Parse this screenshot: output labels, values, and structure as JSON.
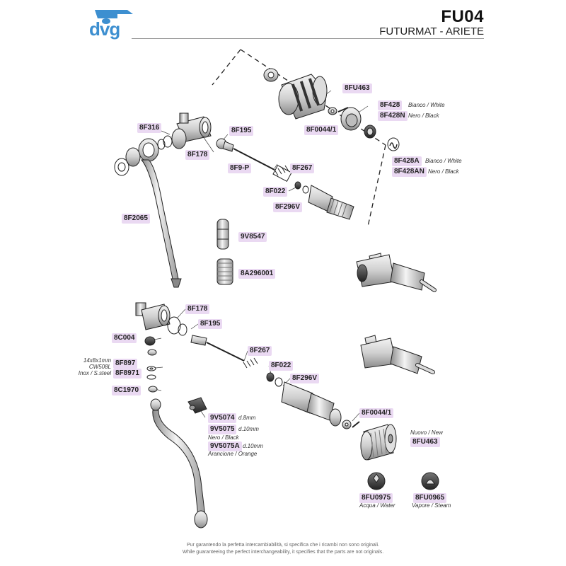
{
  "header": {
    "logo_text": "dvg",
    "code": "FU04",
    "subtitle": "FUTURMAT - ARIETE"
  },
  "parts": {
    "p_8FU463_top": "8FU463",
    "p_8F428": "8F428",
    "p_8F428N": "8F428N",
    "p_8F0044_1_top": "8F0044/1",
    "p_8F428A": "8F428A",
    "p_8F428AN": "8F428AN",
    "p_8F316": "8F316",
    "p_8F195_top": "8F195",
    "p_8F178_top": "8F178",
    "p_8F9P": "8F9-P",
    "p_8F267_top": "8F267",
    "p_8F022_top": "8F022",
    "p_8F296V_top": "8F296V",
    "p_8F2065": "8F2065",
    "p_9V8547": "9V8547",
    "p_8A296001": "8A296001",
    "p_8F178_bot": "8F178",
    "p_8F195_bot": "8F195",
    "p_8C004": "8C004",
    "p_8F267_bot": "8F267",
    "p_8F897": "8F897",
    "p_8F8971": "8F8971",
    "p_8F022_bot": "8F022",
    "p_8F296V_bot": "8F296V",
    "p_8C1970": "8C1970",
    "p_8F0044_1_bot": "8F0044/1",
    "p_9V5074": "9V5074",
    "p_9V5075": "9V5075",
    "p_9V5075A": "9V5075A",
    "p_8FU463_bot": "8FU463",
    "p_8FU0975": "8FU0975",
    "p_8FU0965": "8FU0965"
  },
  "notes": {
    "n_bianco_white_1": "Bianco / White",
    "n_nero_black_1": "Nero / Black",
    "n_bianco_white_2": "Bianco / White",
    "n_nero_black_2": "Nero / Black",
    "n_spec_1": "14x8x1mm",
    "n_spec_2": "CW508L",
    "n_spec_3": "Inox / S.steel",
    "n_d8": "d.8mm",
    "n_d10_a": "d.10mm",
    "n_nero_black_3": "Nero / Black",
    "n_d10_b": "d.10mm",
    "n_arancione": "Arancione / Orange",
    "n_nuovo": "Nuovo / New",
    "n_acqua": "Acqua / Water",
    "n_vapore": "Vapore / Steam"
  },
  "footer": {
    "line1": "Pur garantendo la perfetta intercambiabilità, si specifica che i ricambi non sono originali.",
    "line2": "While guaranteeing the perfect interchangeability, it specifies that the parts are not originals."
  },
  "colors": {
    "tag_bg": "#ead9f2",
    "logo_blue": "#3d8fd0",
    "line": "#222222"
  }
}
